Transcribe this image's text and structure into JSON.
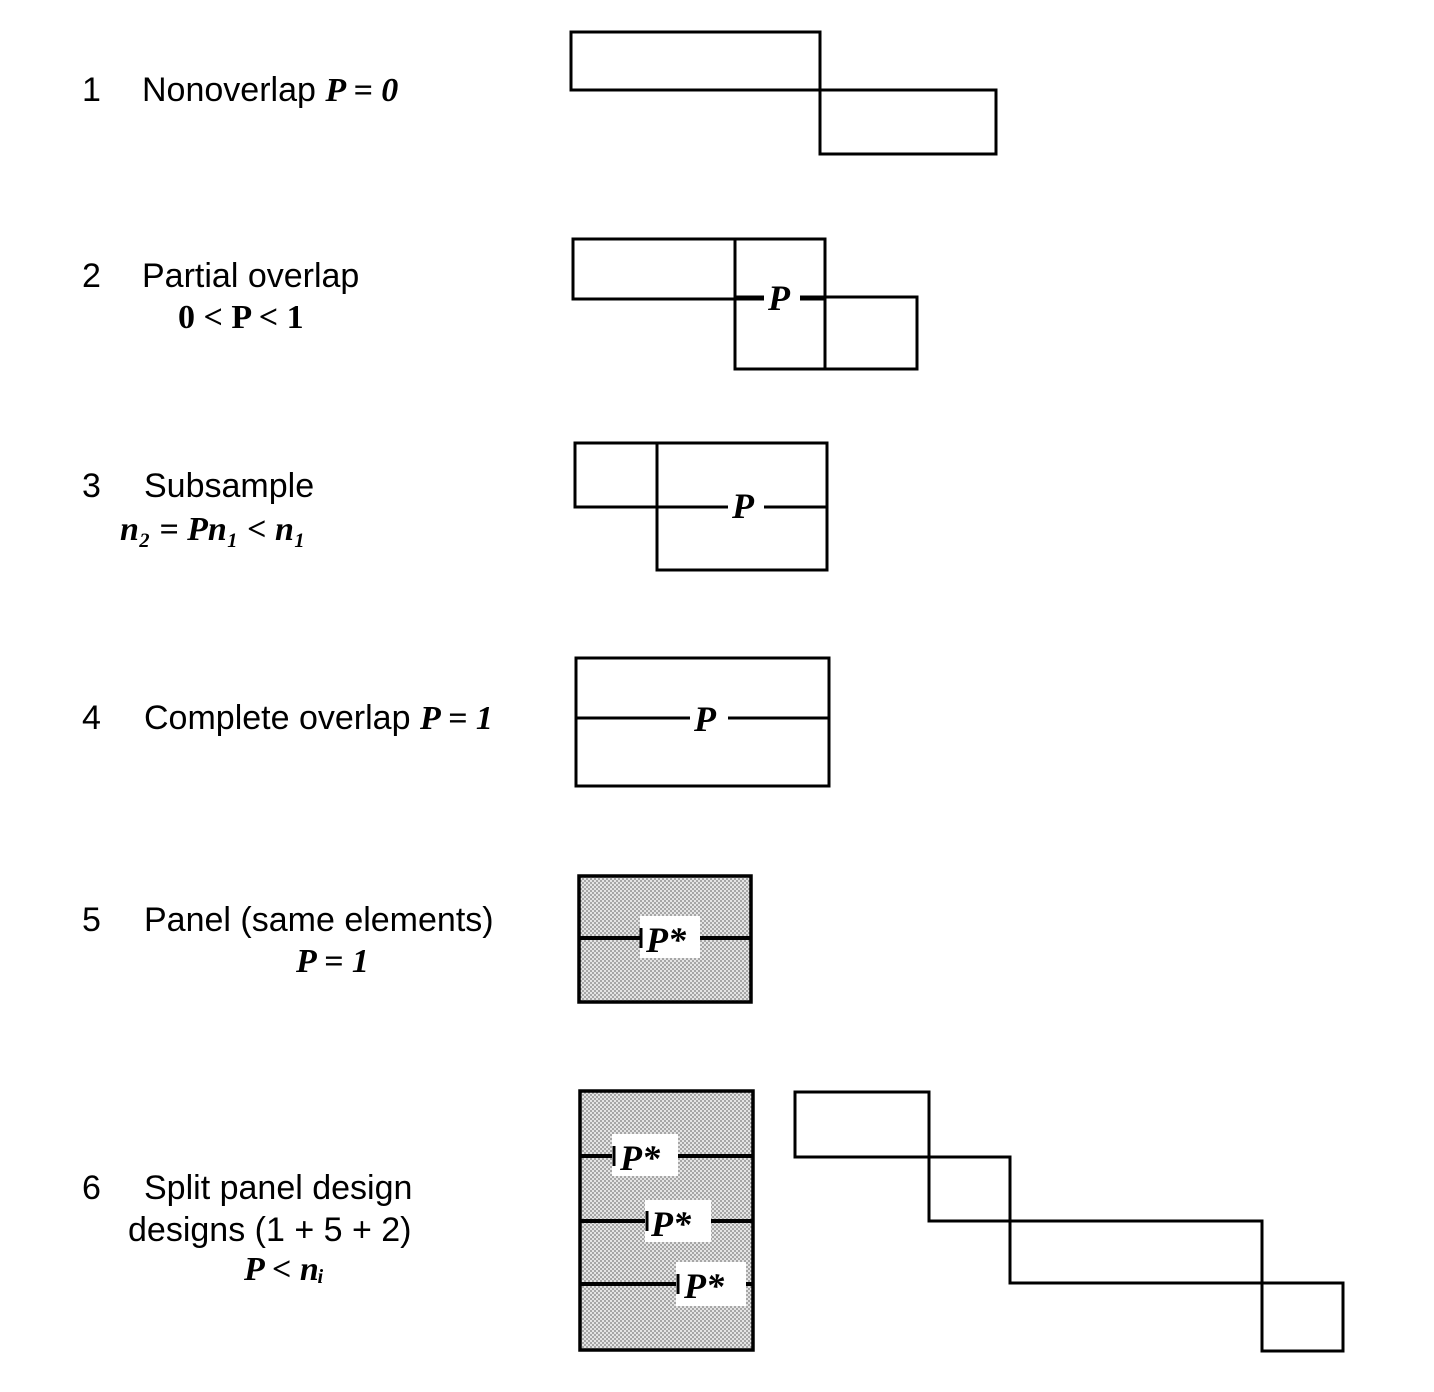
{
  "rows": [
    {
      "number": "1",
      "title": "Nonoverlap",
      "formula": "P = 0",
      "sub": ""
    },
    {
      "number": "2",
      "title": "Partial overlap",
      "formula": "",
      "sub": "0 < P < 1"
    },
    {
      "number": "3",
      "title": "Subsample",
      "formula": "",
      "sub": "n₂ = Pn₁ < n₁"
    },
    {
      "number": "4",
      "title": "Complete overlap",
      "formula": "P = 1",
      "sub": ""
    },
    {
      "number": "5",
      "title": "Panel (same elements)",
      "formula": "",
      "sub": "P = 1"
    },
    {
      "number": "6",
      "title": "Split panel design",
      "formula": "",
      "sub": "designs (1 + 5 + 2)",
      "sub2": "P < nᵢ"
    }
  ],
  "diagram_labels": {
    "p": "P",
    "p_star": "P*"
  },
  "colors": {
    "line": "#000000",
    "shade": "#cfcfcf"
  }
}
